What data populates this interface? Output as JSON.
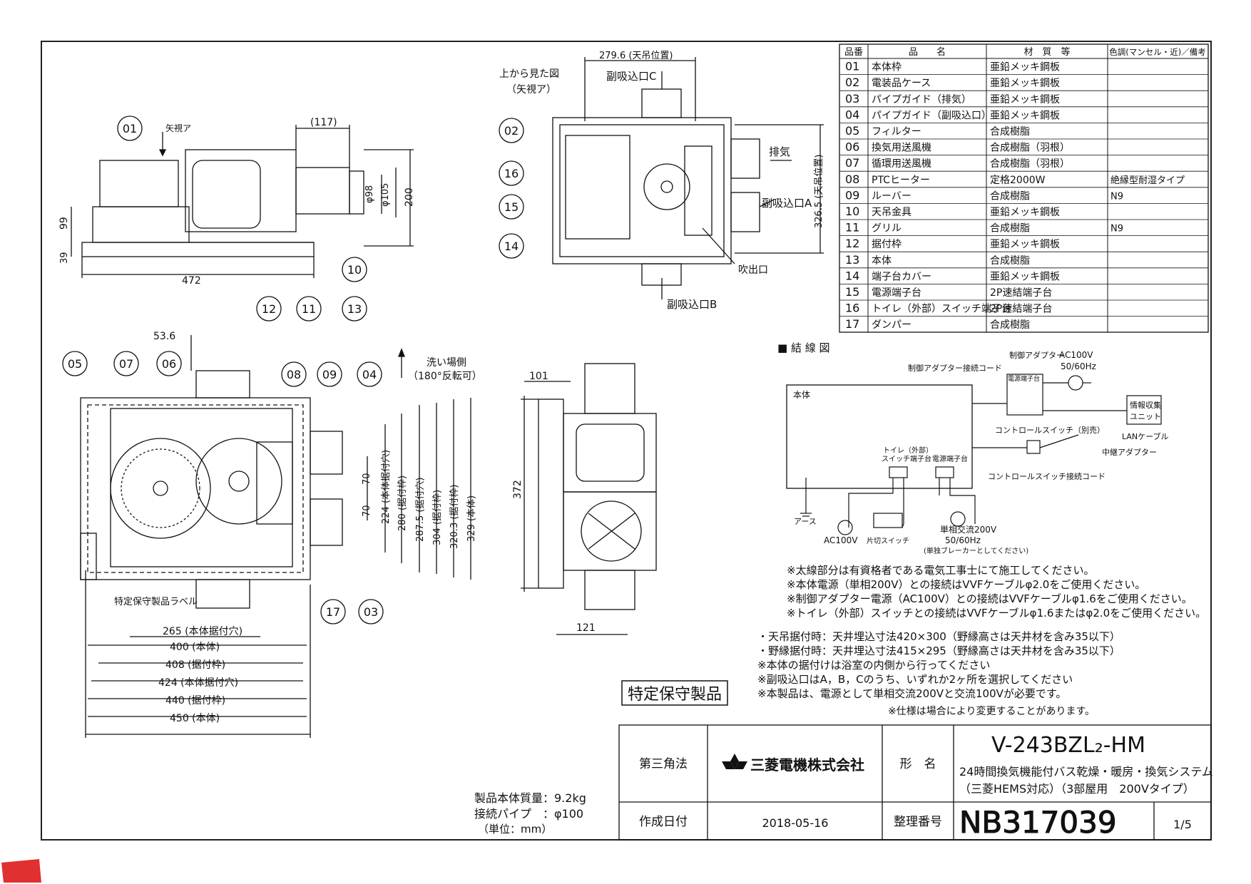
{
  "colors": {
    "line": "#111111",
    "logo_red": "#e03030",
    "frame": "#222222"
  },
  "views": {
    "top_label_1": "上から見た図",
    "top_label_2": "（矢視ア）",
    "arrow_a": "矢視ア",
    "wash_side_1": "洗い場側",
    "wash_side_2": "（180°反転可）",
    "sub_inlet_c": "副吸込口C",
    "sub_inlet_a": "副吸込口A",
    "sub_inlet_b": "副吸込口B",
    "exhaust": "排気",
    "outlet": "吹出口",
    "special_label": "特定保守製品ラベル",
    "special_stamp": "特定保守製品"
  },
  "dims": {
    "d117": "(117)",
    "d98": "φ98",
    "d105": "φ105",
    "d200": "200",
    "d99": "99",
    "d39": "39",
    "d472": "472",
    "d279": "279.6 (天吊位置)",
    "d326": "326.5 (天吊位置)",
    "d536": "53.6",
    "d70a": "70",
    "d70b": "70",
    "d224": "224 (本体据付穴)",
    "d280": "280 (据付枠)",
    "d287": "287.5 (据付穴)",
    "d304": "304 (据付枠)",
    "d320": "320.3 (据付枠)",
    "d329": "329 (本体)",
    "d265": "265 (本体据付穴)",
    "d400": "400 (本体)",
    "d408": "408 (据付枠)",
    "d424": "424 (本体据付穴)",
    "d440": "440 (据付枠)",
    "d450": "450 (本体)",
    "d101": "101",
    "d372": "372",
    "d121": "121"
  },
  "balloons": [
    "01",
    "02",
    "03",
    "04",
    "05",
    "06",
    "07",
    "08",
    "09",
    "10",
    "11",
    "12",
    "13",
    "14",
    "15",
    "16",
    "17"
  ],
  "parts": {
    "headers": [
      "品番",
      "品　　名",
      "材　質　等",
      "色調(マンセル・近)／備考"
    ],
    "rows": [
      [
        "01",
        "本体枠",
        "亜鉛メッキ鋼板",
        ""
      ],
      [
        "02",
        "電装品ケース",
        "亜鉛メッキ鋼板",
        ""
      ],
      [
        "03",
        "パイプガイド（排気）",
        "亜鉛メッキ鋼板",
        ""
      ],
      [
        "04",
        "パイプガイド（副吸込口）",
        "亜鉛メッキ鋼板",
        ""
      ],
      [
        "05",
        "フィルター",
        "合成樹脂",
        ""
      ],
      [
        "06",
        "換気用送風機",
        "合成樹脂（羽根）",
        ""
      ],
      [
        "07",
        "循環用送風機",
        "合成樹脂（羽根）",
        ""
      ],
      [
        "08",
        "PTCヒーター",
        "定格2000W",
        "絶縁型耐湿タイプ"
      ],
      [
        "09",
        "ルーバー",
        "合成樹脂",
        "N9"
      ],
      [
        "10",
        "天吊金具",
        "亜鉛メッキ鋼板",
        ""
      ],
      [
        "11",
        "グリル",
        "合成樹脂",
        "N9"
      ],
      [
        "12",
        "据付枠",
        "亜鉛メッキ鋼板",
        ""
      ],
      [
        "13",
        "本体",
        "合成樹脂",
        ""
      ],
      [
        "14",
        "端子台カバー",
        "亜鉛メッキ鋼板",
        ""
      ],
      [
        "15",
        "電源端子台",
        "2P速結端子台",
        ""
      ],
      [
        "16",
        "トイレ（外部）スイッチ端子台",
        "2P速結端子台",
        ""
      ],
      [
        "17",
        "ダンパー",
        "合成樹脂",
        ""
      ]
    ]
  },
  "wiring": {
    "title": "■ 結 線 図",
    "body": "本体",
    "adapter_cord": "制御アダプター接続コード",
    "adapter": "制御アダプター",
    "power_terminal_small": "電源端子台",
    "ac100": "AC100V",
    "hz": "50/60Hz",
    "info_unit_1": "情報収集",
    "info_unit_2": "ユニット",
    "control_switch": "コントロールスイッチ（別売）",
    "lan": "LANケーブル",
    "relay": "中継アダプター",
    "toilet_terminal_1": "トイレ（外部）",
    "toilet_terminal_2": "スイッチ端子台",
    "power_terminal": "電源端子台",
    "cs_cord": "コントロールスイッチ接続コード",
    "earth": "アース",
    "ac100_b": "AC100V",
    "single_switch": "片切スイッチ",
    "single_phase_1": "単相交流200V",
    "single_phase_2": "50/60Hz",
    "single_phase_3": "(単独ブレーカーとしてください)"
  },
  "notes": [
    "※太線部分は有資格者である電気工事士にて施工してください。",
    "※本体電源（単相200V）との接続はVVFケーブルφ2.0をご使用ください。",
    "※制御アダプター電源（AC100V）との接続はVVFケーブルφ1.6をご使用ください。",
    "※トイレ（外部）スイッチとの接続はVVFケーブルφ1.6またはφ2.0をご使用ください。"
  ],
  "install_notes": [
    "・天吊据付時：天井埋込寸法420×300（野縁高さは天井材を含み35以下）",
    "・野縁据付時：天井埋込寸法415×295（野縁高さは天井材を含み35以下）",
    "※本体の据付けは浴室の内側から行ってください",
    "※副吸込口はA，B，Cのうち、いずれか2ヶ所を選択してください",
    "※本製品は、電源として単相交流200Vと交流100Vが必要です。",
    "※仕様は場合により変更することがあります。"
  ],
  "spec": {
    "mass": "製品本体質量：9.2kg",
    "pipe": "接続パイプ　：φ100",
    "unit": "（単位：mm）"
  },
  "title_block": {
    "projection": "第三角法",
    "company": "三菱電機株式会社",
    "model_label": "形　名",
    "model": "V-243BZL₂-HM",
    "desc_1": "24時間換気機能付バス乾燥・暖房・換気システム",
    "desc_2": "（三菱HEMS対応）（3部屋用　200Vタイプ）",
    "date_label": "作成日付",
    "date": "2018-05-16",
    "ref_label": "整理番号",
    "ref": "NB317039",
    "page": "1/5"
  }
}
